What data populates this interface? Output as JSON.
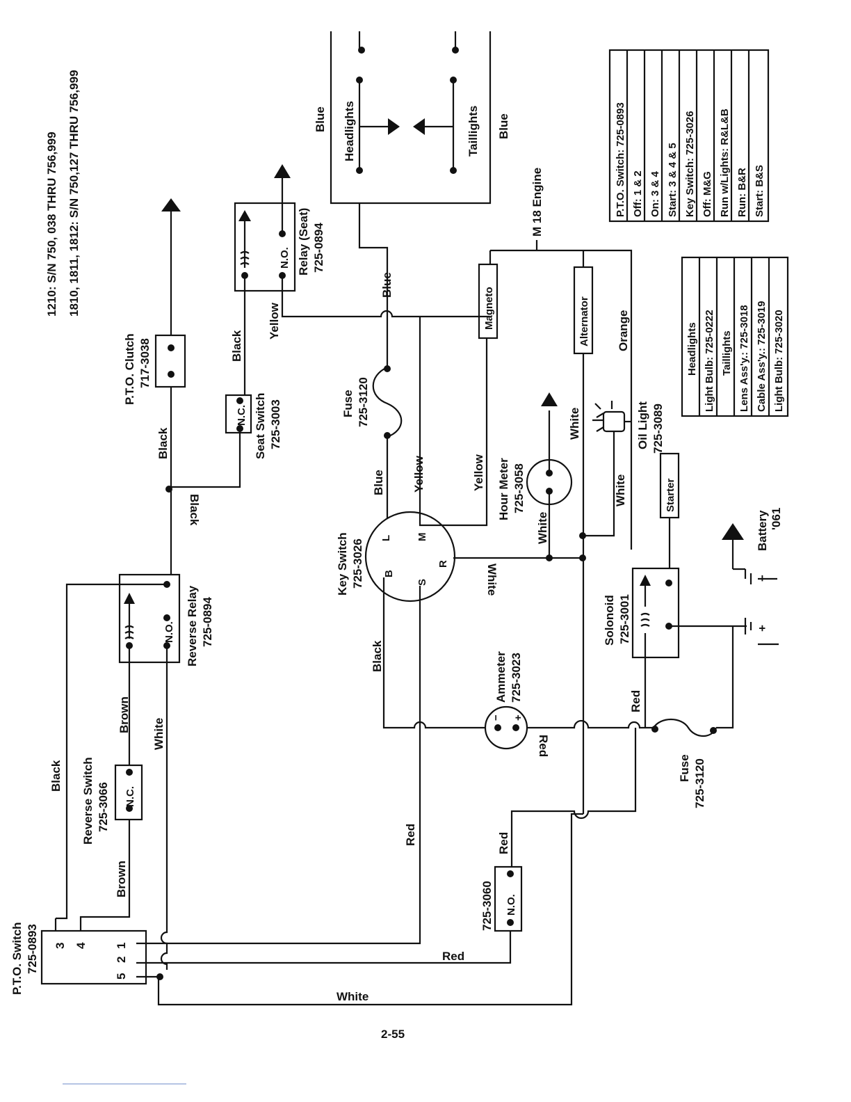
{
  "header": {
    "line1": "1210: S/N 750, 038 THRU 756,999",
    "line2": "1810, 1811, 1812: S/N 750,127 THRU 756,999"
  },
  "components": {
    "pto_clutch": {
      "name": "P.T.O. Clutch",
      "part": "717-3038"
    },
    "seat_switch": {
      "name": "Seat Switch",
      "part": "725-3003",
      "contact": "N.C."
    },
    "relay_seat": {
      "name": "Relay (Seat)",
      "part": "725-0894",
      "contact": "N.O."
    },
    "headlights": "Headlights",
    "taillights": "Taillights",
    "engine": "M 18 Engine",
    "magneto": "Magneto",
    "alternator": "Alternator",
    "fuse_top": {
      "name": "Fuse",
      "part": "725-3120"
    },
    "hour_meter": {
      "name": "Hour Meter",
      "part": "725-3058"
    },
    "oil_light": {
      "name": "Oil Light",
      "part": "725-3089"
    },
    "key_switch": {
      "name": "Key Switch",
      "part": "725-3026",
      "terminals": [
        "L",
        "M",
        "B",
        "S",
        "R"
      ]
    },
    "starter": "Starter",
    "battery": {
      "name": "Battery",
      "part": "'061",
      "plus": "+",
      "minus": "−"
    },
    "solenoid": {
      "name": "Solonoid",
      "part": "725-3001"
    },
    "ammeter": {
      "name": "Ammeter",
      "part": "725-3023",
      "plus": "+",
      "minus": "−"
    },
    "fuse_bottom": {
      "name": "Fuse",
      "part": "725-3120"
    },
    "reverse_relay": {
      "name": "Reverse Relay",
      "part": "725-0894",
      "contact": "N.O."
    },
    "reverse_switch": {
      "name": "Reverse Switch",
      "part": "725-3066",
      "contact": "N.C."
    },
    "pto_switch": {
      "name": "P.T.O. Switch",
      "part": "725-0893",
      "terminals": [
        "3",
        "4",
        "1",
        "2",
        "5"
      ]
    },
    "no_switch": {
      "part": "725-3060",
      "contact": "N.O."
    }
  },
  "wires": {
    "black": "Black",
    "yellow": "Yellow",
    "blue": "Blue",
    "white": "White",
    "red": "Red",
    "brown": "Brown",
    "orange": "Orange"
  },
  "tables": {
    "switch_table": [
      "P.T.O. Switch: 725-0893",
      "Off: 1 & 2",
      "On: 3 & 4",
      "Start: 3 & 4 & 5",
      "Key Switch: 725-3026",
      "Off: M&G",
      "Run w/Lights: R&L&B",
      "Run: B&R",
      "Start: B&S"
    ],
    "lights_table": [
      "Headlights",
      "Light Bulb: 725-0222",
      "Taillights",
      "Lens Ass'y.: 725-3018",
      "Cable Ass'y.: 725-3019",
      "Light Bulb: 725-3020"
    ]
  },
  "page_number": "2-55"
}
